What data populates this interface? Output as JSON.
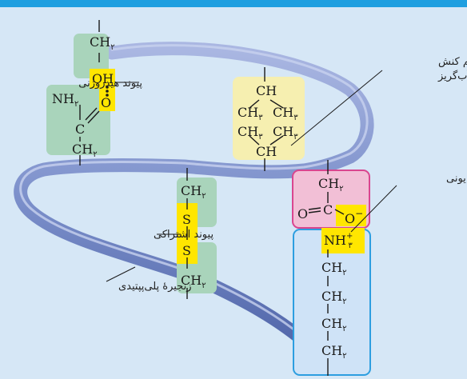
{
  "labels": {
    "hydrogen_bond": "پیوند هیدروژنی",
    "hydrophobic_line1": "برهم کنش",
    "hydrophobic_line2": "آب‌گریز",
    "ionic_bond": "پیوند یونی",
    "disulfide_bond": "پیوند اشتراکی",
    "polypeptide_chain": "زنجیرهٔ پلی‌پپتیدی"
  },
  "groups": {
    "serine": {
      "ch2": "CH",
      "oh": "OH",
      "sub": "۲"
    },
    "asparagine": {
      "nh2": "NH",
      "c": "C",
      "o": "O",
      "ch2": "CH",
      "sub": "۲"
    },
    "valine_top": {
      "ch": "CH",
      "ch3_left": "CH",
      "ch3_right": "CH",
      "sub": "۳"
    },
    "valine_bottom": {
      "ch": "CH",
      "ch3_left": "CH",
      "ch3_right": "CH",
      "sub": "۳"
    },
    "cysteine": {
      "ch2_top": "CH",
      "s1": "S",
      "s2": "S",
      "ch2_bottom": "CH",
      "sub": "۲"
    },
    "aspartate": {
      "ch2": "CH",
      "c": "C",
      "o_double": "O",
      "o_minus": "O",
      "charge": "−",
      "sub": "۲"
    },
    "lysine": {
      "nh3": "NH",
      "charge": "+",
      "sub_nh": "۳",
      "ch2": "CH",
      "sub": "۲"
    }
  },
  "colors": {
    "background": "#d6e7f6",
    "top_bar": "#1f9fe0",
    "green_box": "#a9d4bb",
    "yellow_box": "#f6efb0",
    "pink_box": "#f2bfd6",
    "pink_border": "#d9468f",
    "blue_box": "#cfe3f7",
    "blue_border": "#2d9ee0",
    "highlight": "#ffe600",
    "ribbon": "#7a8ec8"
  }
}
